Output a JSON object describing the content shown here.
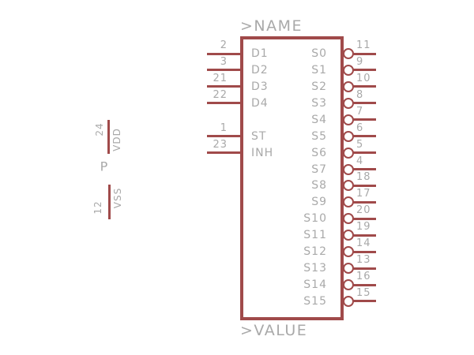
{
  "colors": {
    "symbol_red": "#a04a4a",
    "text_gray": "#a9a9a9",
    "background": "#ffffff"
  },
  "ic": {
    "name_placeholder": ">NAME",
    "value_placeholder": ">VALUE",
    "left_pins": [
      {
        "row": 0,
        "number": "2",
        "name": "D1"
      },
      {
        "row": 1,
        "number": "3",
        "name": "D2"
      },
      {
        "row": 2,
        "number": "21",
        "name": "D3"
      },
      {
        "row": 3,
        "number": "22",
        "name": "D4"
      },
      {
        "row": 5,
        "number": "1",
        "name": "ST"
      },
      {
        "row": 6,
        "number": "23",
        "name": "INH"
      }
    ],
    "right_pins": [
      {
        "row": 0,
        "number": "11",
        "name": "S0"
      },
      {
        "row": 1,
        "number": "9",
        "name": "S1"
      },
      {
        "row": 2,
        "number": "10",
        "name": "S2"
      },
      {
        "row": 3,
        "number": "8",
        "name": "S3"
      },
      {
        "row": 4,
        "number": "7",
        "name": "S4"
      },
      {
        "row": 5,
        "number": "6",
        "name": "S5"
      },
      {
        "row": 6,
        "number": "5",
        "name": "S6"
      },
      {
        "row": 7,
        "number": "4",
        "name": "S7"
      },
      {
        "row": 8,
        "number": "18",
        "name": "S8"
      },
      {
        "row": 9,
        "number": "17",
        "name": "S9"
      },
      {
        "row": 10,
        "number": "20",
        "name": "S10"
      },
      {
        "row": 11,
        "number": "19",
        "name": "S11"
      },
      {
        "row": 12,
        "number": "14",
        "name": "S12"
      },
      {
        "row": 13,
        "number": "13",
        "name": "S13"
      },
      {
        "row": 14,
        "number": "16",
        "name": "S14"
      },
      {
        "row": 15,
        "number": "15",
        "name": "S15"
      }
    ]
  },
  "power_gate": {
    "gate_label": "P",
    "pins": [
      {
        "number": "24",
        "name": "VDD",
        "direction": "up"
      },
      {
        "number": "12",
        "name": "VSS",
        "direction": "down"
      }
    ]
  }
}
